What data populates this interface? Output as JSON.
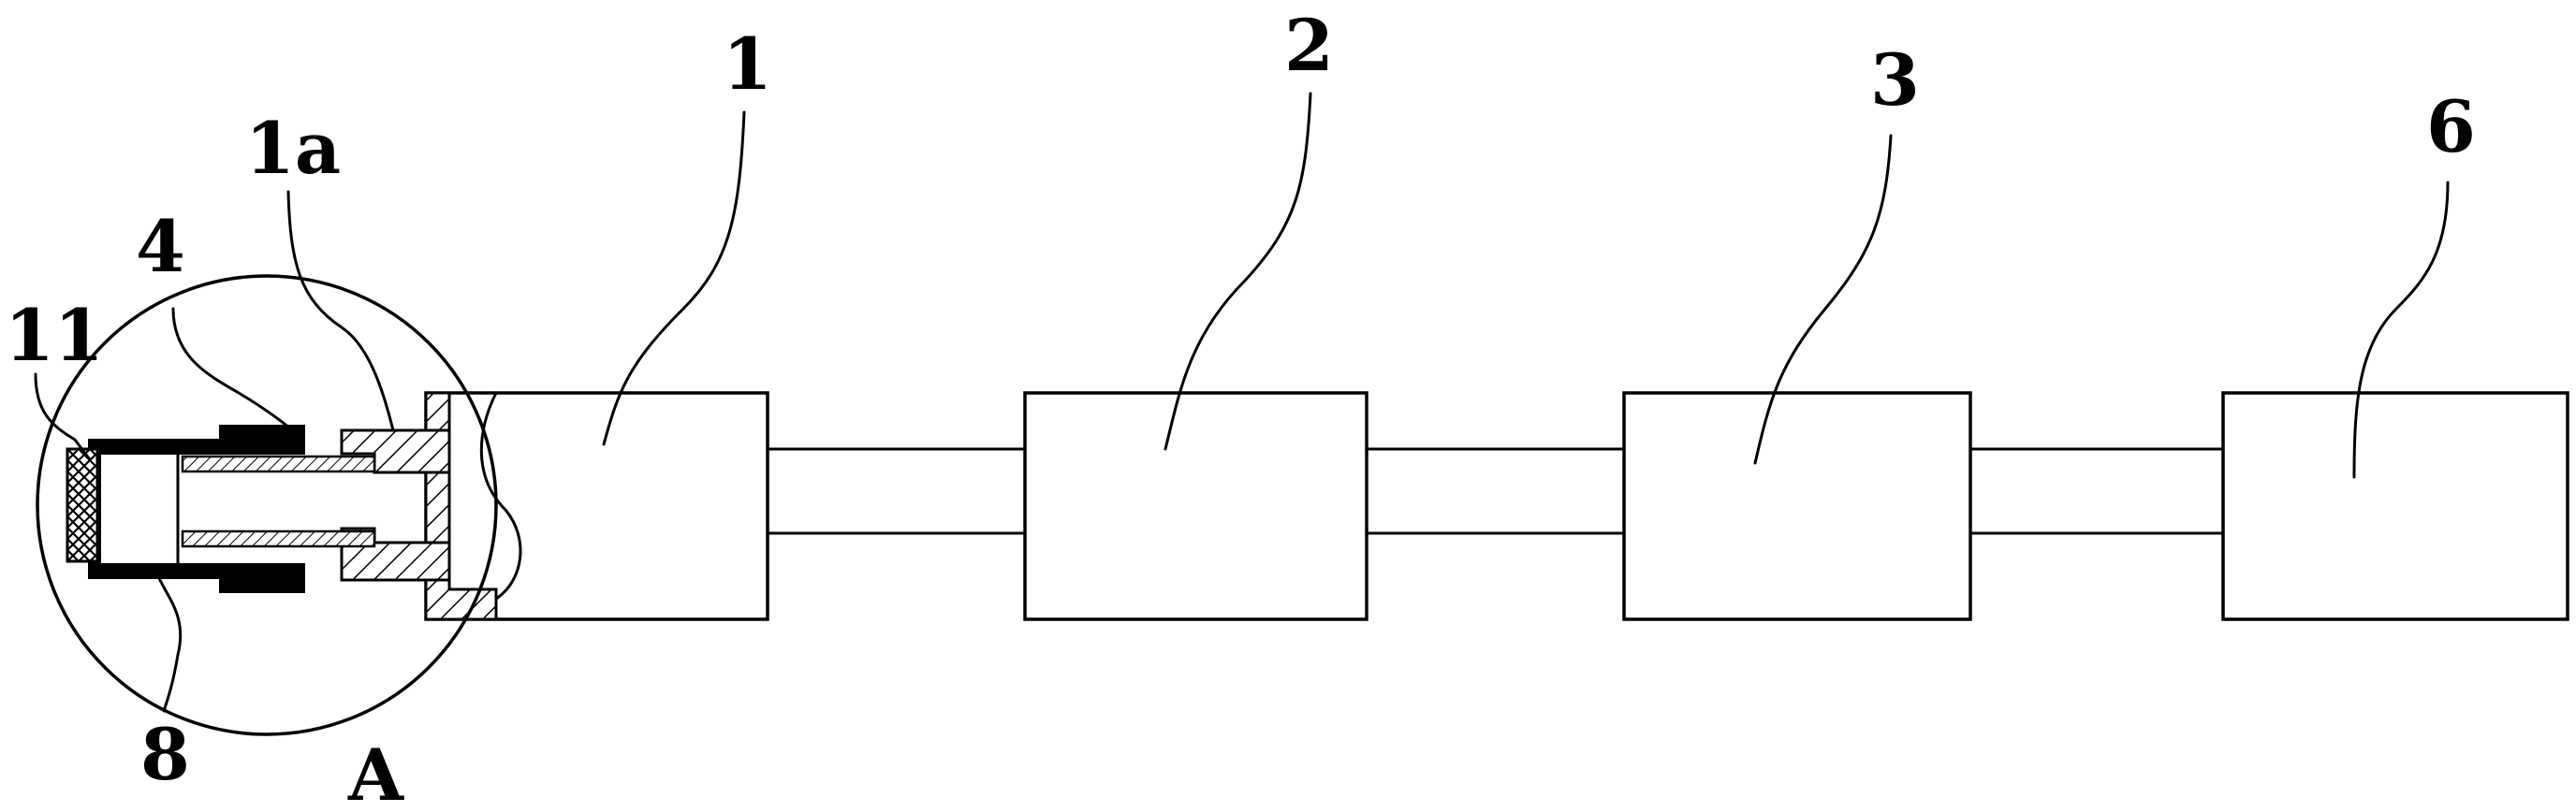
{
  "labels": {
    "box1": "1",
    "box2": "2",
    "box3": "3",
    "box6": "6",
    "part_1a": "1a",
    "part_4": "4",
    "part_11": "11",
    "part_8": "8",
    "detail_A": "A"
  }
}
